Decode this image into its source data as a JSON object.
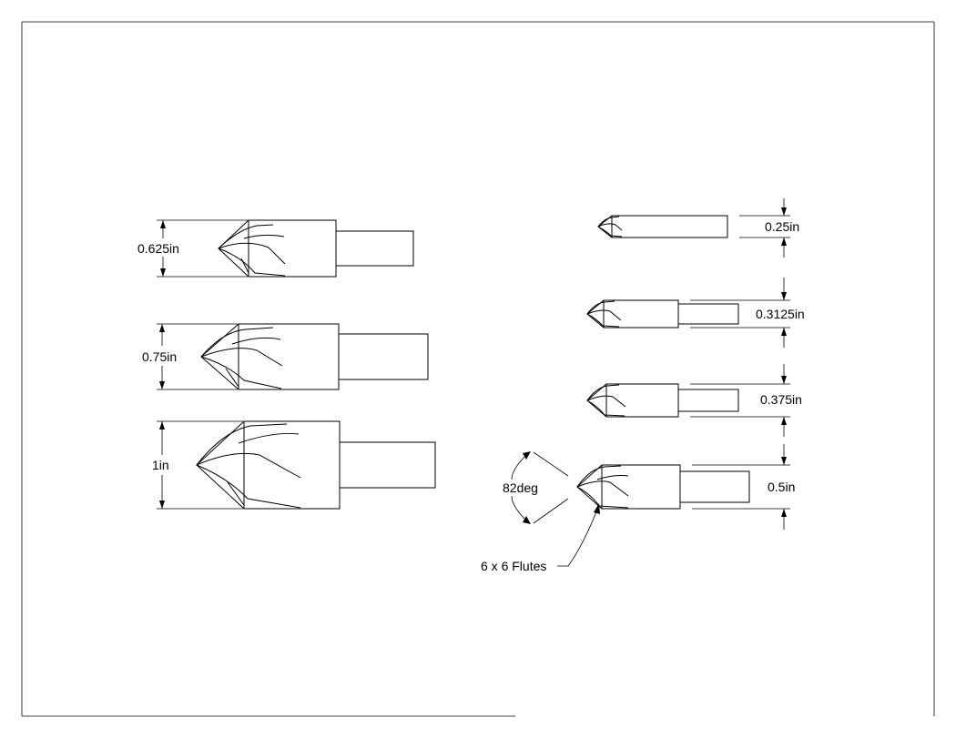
{
  "drawing": {
    "bits": [
      {
        "id": "bit-0625",
        "size_label": "0.625in"
      },
      {
        "id": "bit-075",
        "size_label": "0.75in"
      },
      {
        "id": "bit-1",
        "size_label": "1in"
      },
      {
        "id": "bit-025",
        "size_label": "0.25in"
      },
      {
        "id": "bit-03125",
        "size_label": "0.3125in"
      },
      {
        "id": "bit-0375",
        "size_label": "0.375in"
      },
      {
        "id": "bit-05",
        "size_label": "0.5in"
      }
    ],
    "angle_label": "82deg",
    "flutes_label": "6 x 6 Flutes"
  }
}
